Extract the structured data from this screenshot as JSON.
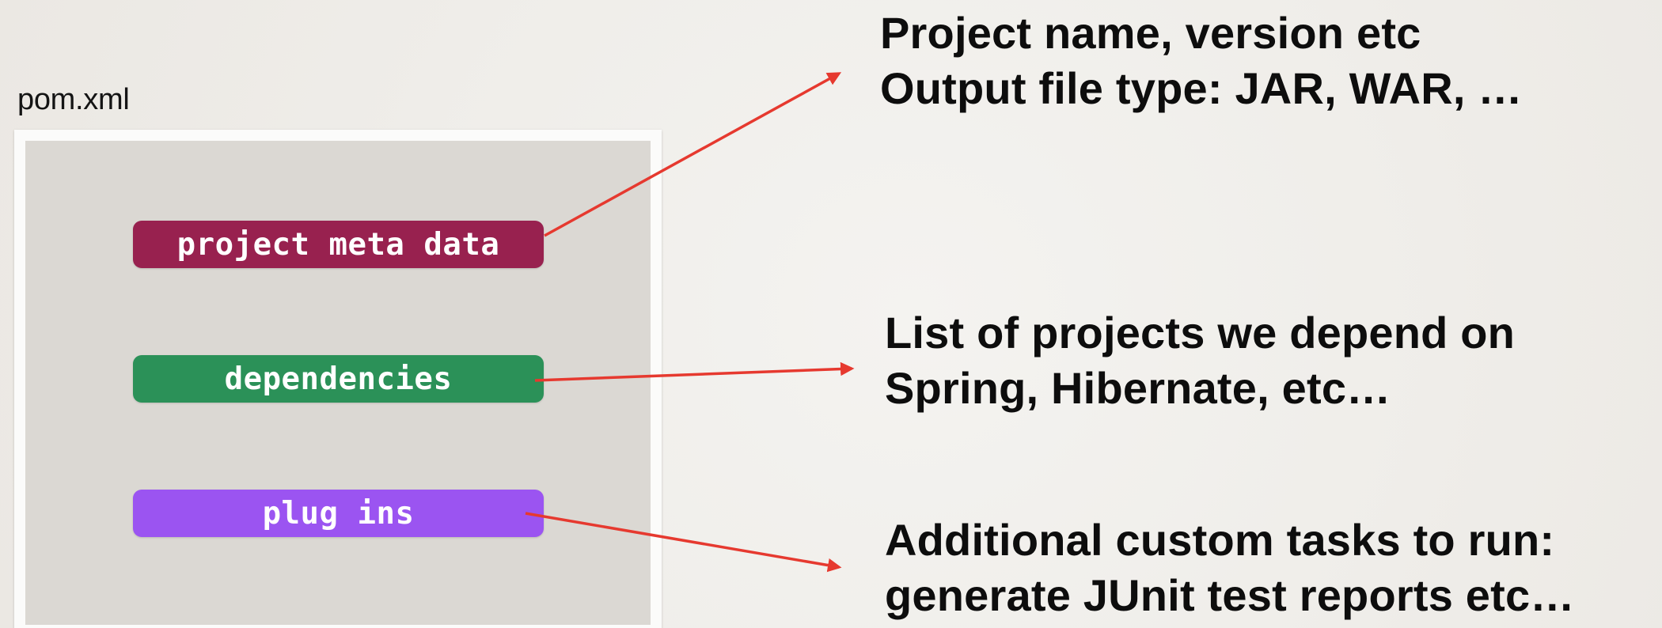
{
  "file_label": "pom.xml",
  "sections": {
    "meta": {
      "label": "project meta data",
      "color": "#98214f",
      "description": [
        "Project name, version etc",
        "Output file type: JAR, WAR, …"
      ]
    },
    "dependencies": {
      "label": "dependencies",
      "color": "#2b9158",
      "description": [
        "List of projects we depend on",
        "Spring, Hibernate, etc…"
      ]
    },
    "plugins": {
      "label": "plug ins",
      "color": "#9b54f1",
      "description": [
        "Additional custom tasks to run:",
        "generate JUnit test reports etc…"
      ]
    }
  },
  "arrow_color": "#e6392f"
}
